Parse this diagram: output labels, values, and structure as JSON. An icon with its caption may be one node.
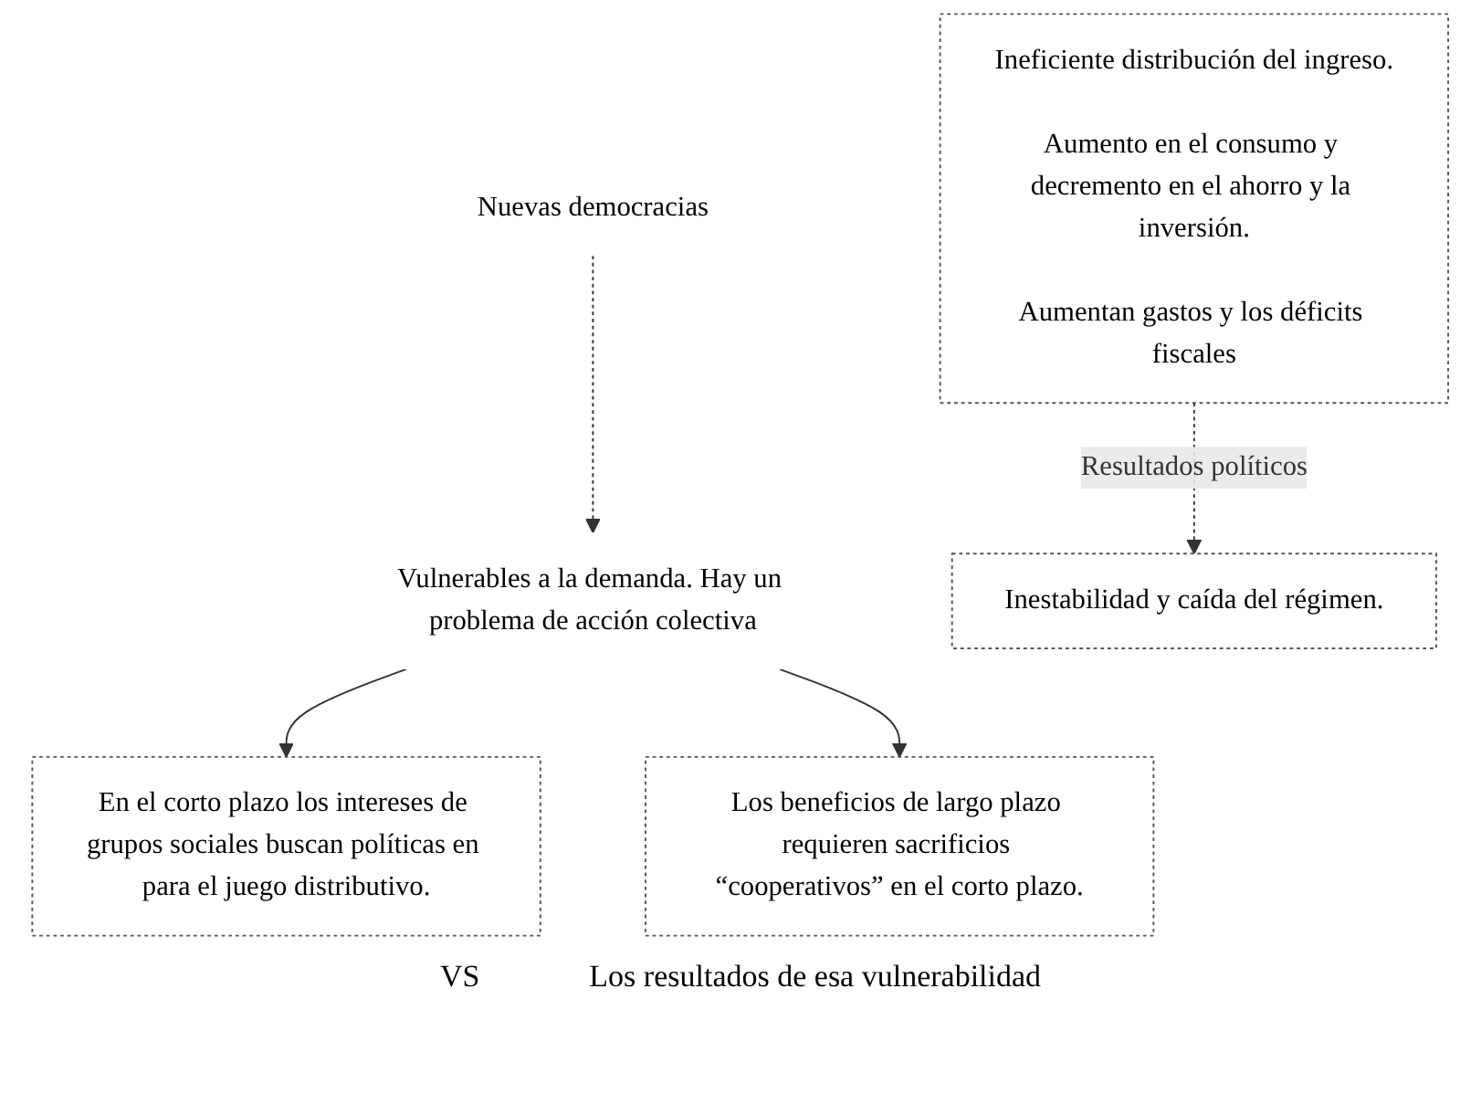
{
  "diagram": {
    "nodes": [
      {
        "text": [
          "Nuevas democracias"
        ]
      },
      {
        "text": [
          "Vulnerables a la demanda. Hay un problema de acción colectiva"
        ]
      },
      {
        "text": [
          "En el corto plazo los intereses de grupos sociales buscan políticas en para el juego distributivo."
        ]
      },
      {
        "text": [
          "Los beneficios de largo plazo requieren sacrificios “cooperativos” en el corto plazo."
        ]
      },
      {
        "text": [
          "Ineficiente distribución del ingreso.",
          "Aumento en el consumo y decremento en el ahorro y la inversión.",
          "Aumentan gastos y los déficits fiscales"
        ]
      },
      {
        "text": [
          "Inestabilidad y caída del régimen."
        ]
      }
    ],
    "edges": [
      {
        "from": 0,
        "to": 1,
        "arrow": "to",
        "style": "dashed"
      },
      {
        "from": 1,
        "to": 2,
        "arrow": "to"
      },
      {
        "from": 1,
        "to": 3,
        "arrow": "to"
      },
      {
        "from": 4,
        "to": 5,
        "label": "Resultados políticos",
        "arrow": "to",
        "style": "dashed"
      }
    ],
    "labels": [
      "VS",
      "Los resultados de esa vulnerabilidad"
    ]
  }
}
